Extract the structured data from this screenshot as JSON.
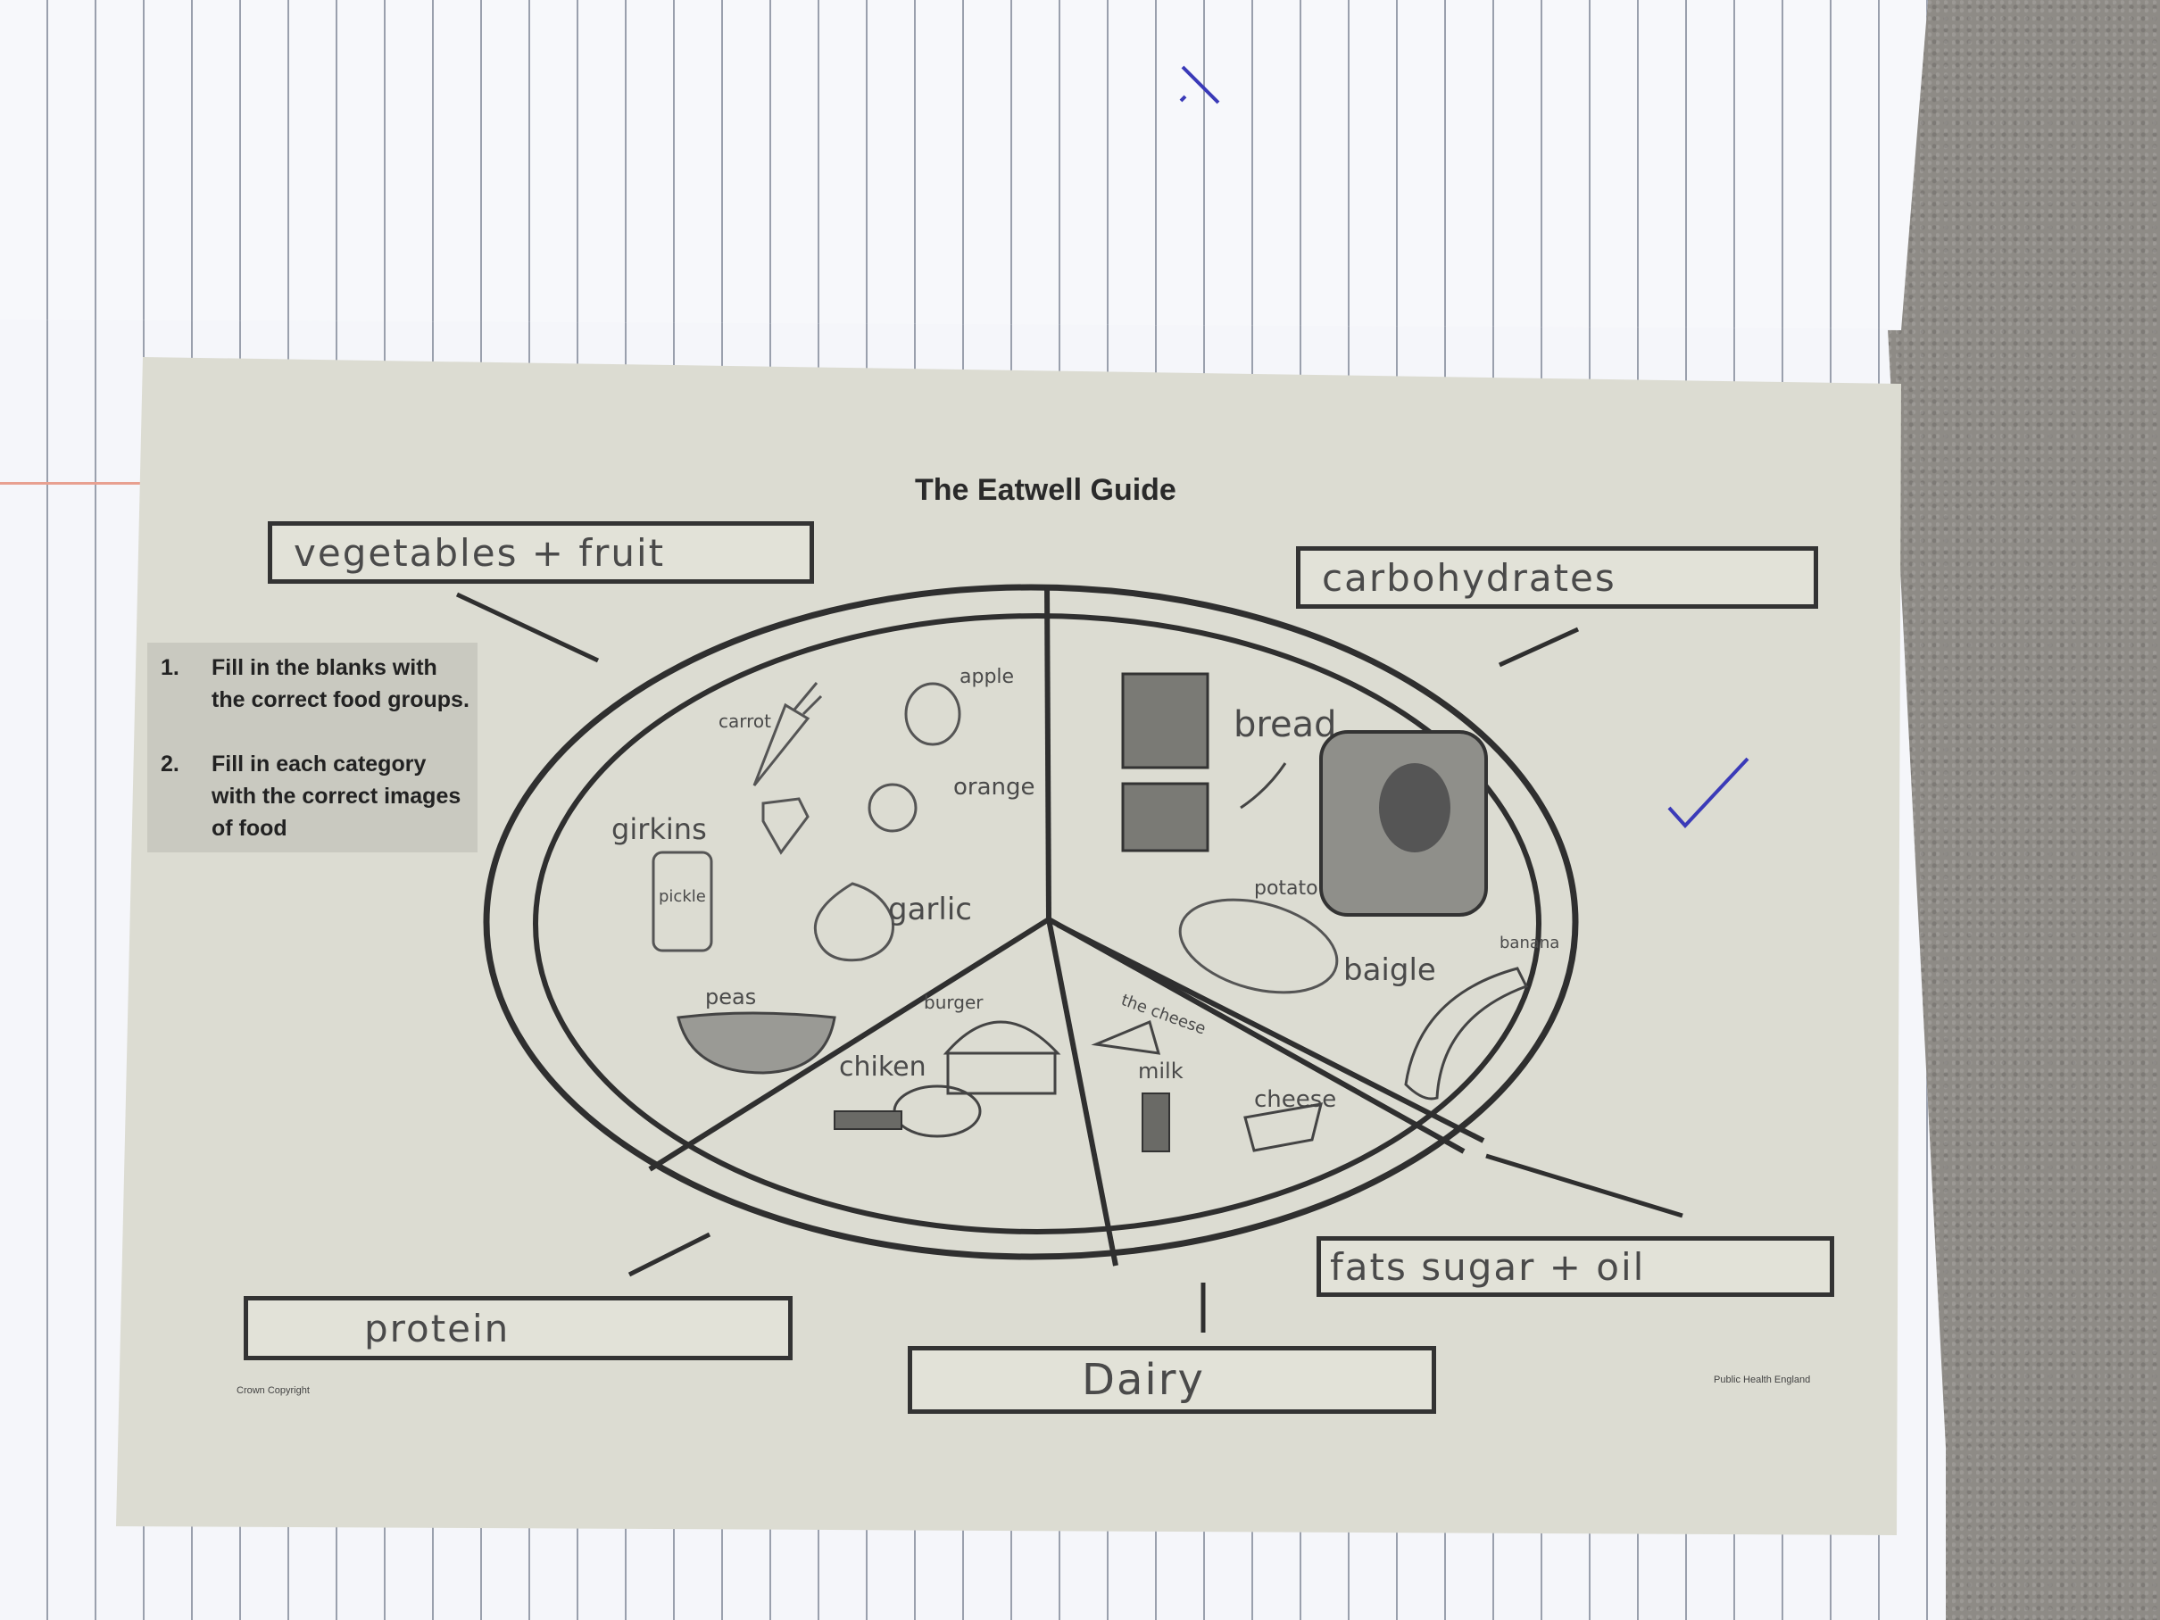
{
  "worksheet": {
    "title": "The Eatwell Guide",
    "instructions": [
      {
        "num": "1.",
        "text": "Fill in the blanks with the correct food groups."
      },
      {
        "num": "2.",
        "text": "Fill in each category with the correct images of food"
      }
    ],
    "footer_left": "Crown Copyright",
    "footer_right": "Public Health England"
  },
  "answer_boxes": {
    "vegetables": "vegetables + fruit",
    "carbohydrates": "carbohydrates",
    "protein": "protein",
    "dairy": "Dairy",
    "fats": "fats sugar + oil"
  },
  "food_labels": {
    "carrot": "carrot",
    "apple": "apple",
    "orange": "orange",
    "girkins": "girkins",
    "pickle": "pickle",
    "garlic": "garlic",
    "peas": "peas",
    "bread": "bread",
    "potato": "potato",
    "baigle": "baigle",
    "banana": "banana",
    "chiken": "chiken",
    "burger": "burger",
    "cheese_top": "the cheese",
    "milk": "milk",
    "cheese": "cheese"
  },
  "colors": {
    "ink": "#2f2f2f",
    "pencil": "#4a4a4a",
    "tick_pen": "#3a3ab8",
    "paper": "#dcdcd2"
  }
}
